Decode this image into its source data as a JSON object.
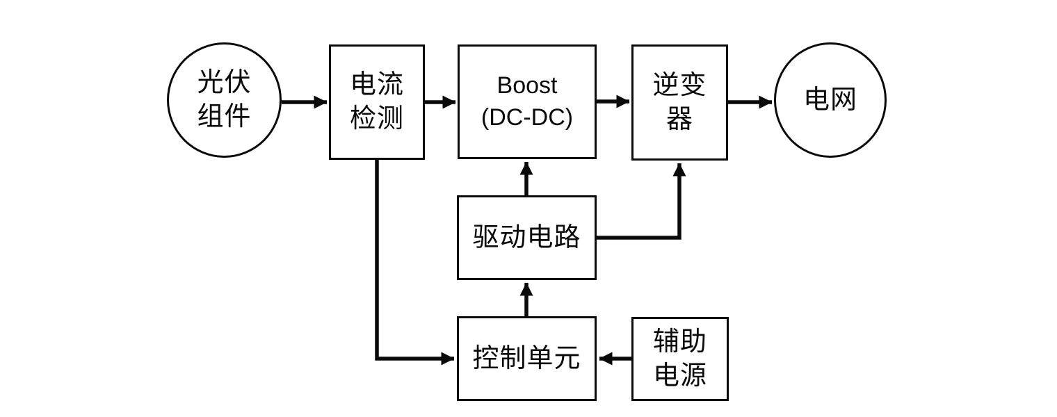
{
  "diagram": {
    "title": "PV grid-connected system block diagram",
    "background_color": "#ffffff",
    "line_color": "#0a0a0a",
    "nodes": {
      "pv_module": {
        "label": "光伏\n组件",
        "shape": "circle"
      },
      "current_detection": {
        "label": "电流\n检测",
        "shape": "rect"
      },
      "boost": {
        "label": "Boost\n(DC-DC)",
        "shape": "rect"
      },
      "inverter": {
        "label": "逆变\n器",
        "shape": "rect"
      },
      "grid": {
        "label": "电网",
        "shape": "circle"
      },
      "drive_circuit": {
        "label": "驱动电路",
        "shape": "rect"
      },
      "control_unit": {
        "label": "控制单元",
        "shape": "rect"
      },
      "aux_power": {
        "label": "辅助\n电源",
        "shape": "rect"
      }
    },
    "edges": [
      {
        "from": "pv_module",
        "to": "current_detection"
      },
      {
        "from": "current_detection",
        "to": "boost"
      },
      {
        "from": "boost",
        "to": "inverter"
      },
      {
        "from": "inverter",
        "to": "grid"
      },
      {
        "from": "drive_circuit",
        "to": "boost"
      },
      {
        "from": "drive_circuit",
        "to": "inverter"
      },
      {
        "from": "control_unit",
        "to": "drive_circuit"
      },
      {
        "from": "current_detection",
        "to": "control_unit"
      },
      {
        "from": "aux_power",
        "to": "control_unit"
      }
    ]
  }
}
